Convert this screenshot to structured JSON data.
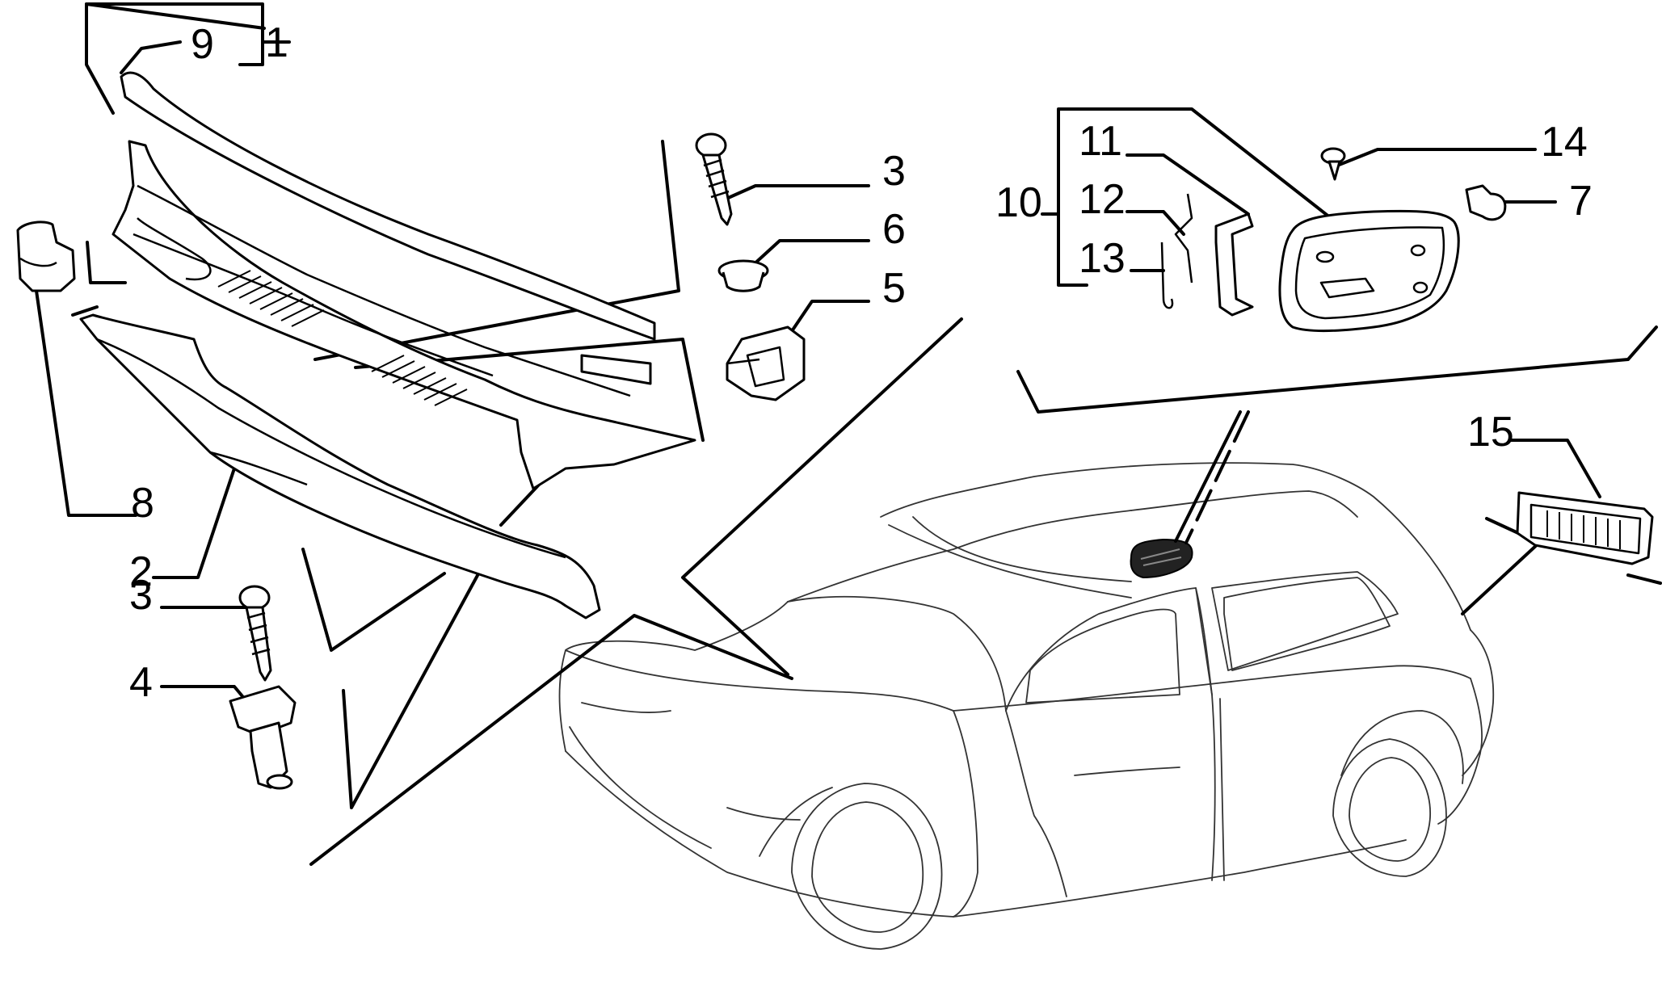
{
  "callouts": {
    "c1": "1",
    "c2": "2",
    "c3a": "3",
    "c3b": "3",
    "c4": "4",
    "c5": "5",
    "c6": "6",
    "c7": "7",
    "c8": "8",
    "c9": "9",
    "c10": "10",
    "c11": "11",
    "c12": "12",
    "c13": "13",
    "c14": "14",
    "c15": "15"
  },
  "icons": {
    "car": "car-outline-icon",
    "cowl_panel": "scuttle-panel-icon",
    "screw": "screw-icon",
    "clip": "clip-icon",
    "light": "interior-light-icon"
  },
  "colors": {
    "line": "#000000",
    "background": "#ffffff"
  }
}
